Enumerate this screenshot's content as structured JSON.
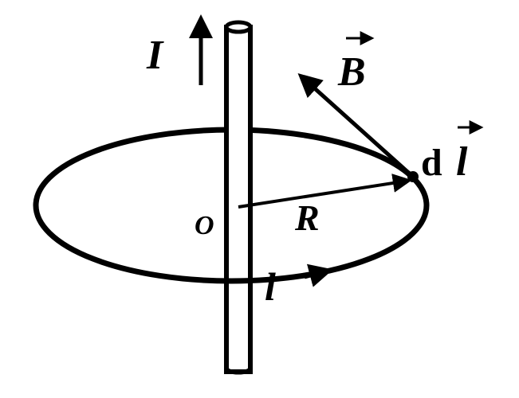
{
  "diagram": {
    "labels": {
      "current": "I",
      "field": "B",
      "element_prefix": "d",
      "element": "l",
      "origin": "O",
      "radius": "R",
      "loop_path": "l"
    }
  }
}
